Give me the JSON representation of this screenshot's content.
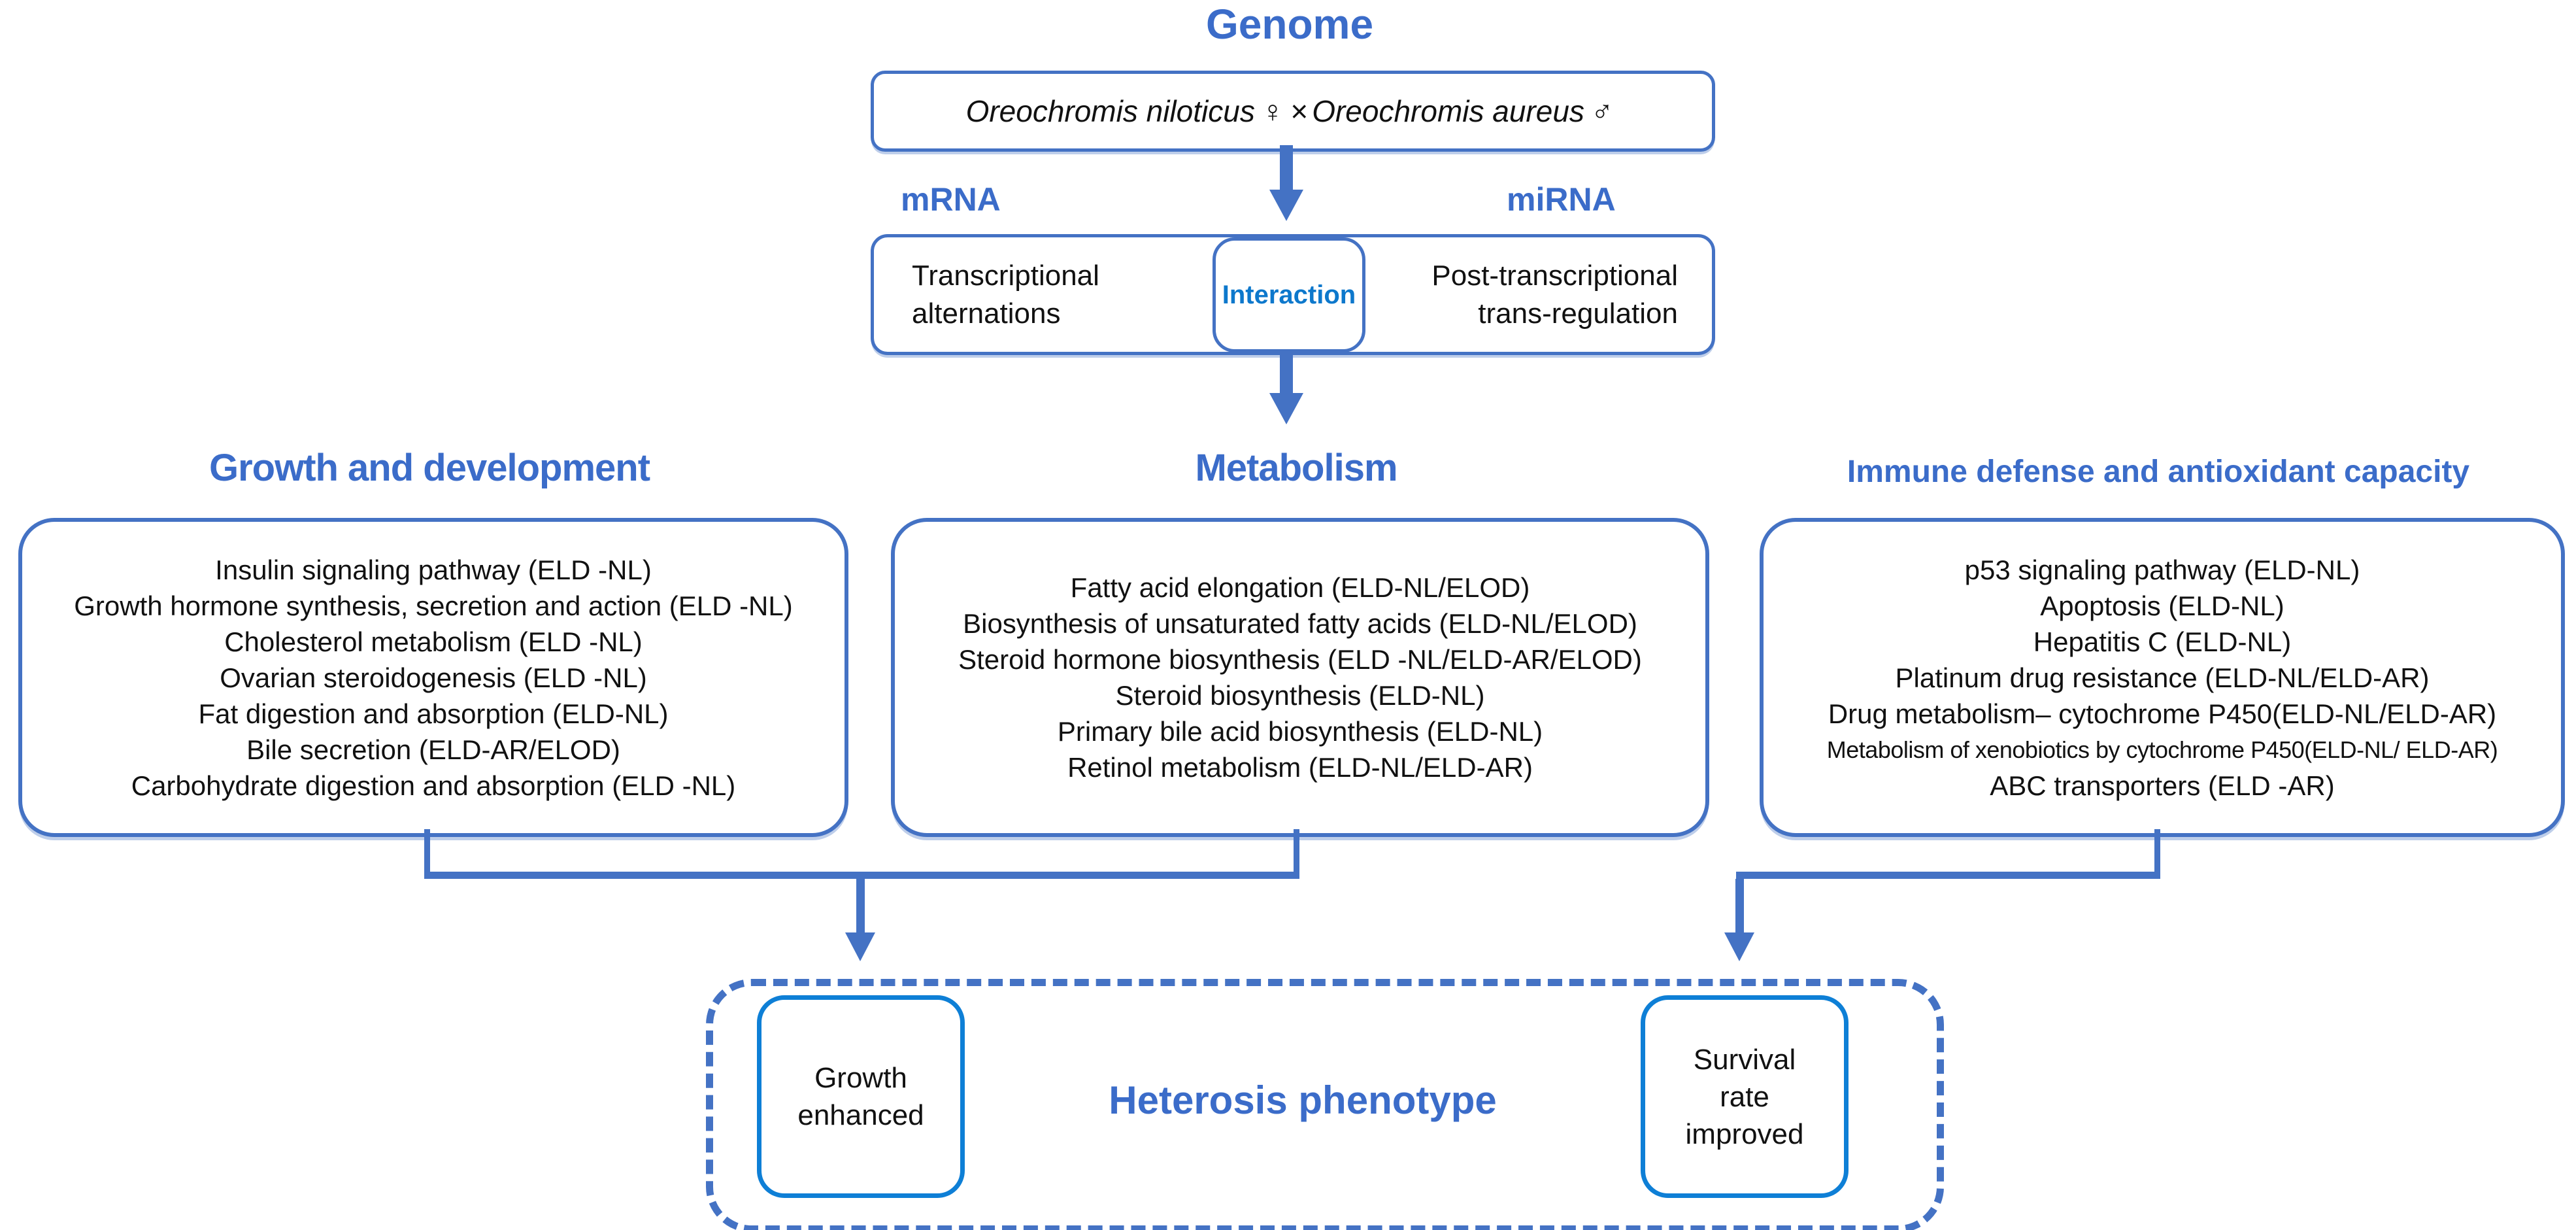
{
  "title": "Genome",
  "cross": {
    "female_species": "Oreochromis niloticus",
    "female_symbol": "♀",
    "times": "×",
    "male_species": "Oreochromis aureus",
    "male_symbol": "♂"
  },
  "mrna": {
    "label": "mRNA",
    "box_line1": "Transcriptional",
    "box_line2": "alternations"
  },
  "mirna": {
    "label": "miRNA",
    "box_line1": "Post-transcriptional",
    "box_line2": "trans-regulation"
  },
  "interaction_label": "Interaction",
  "sections": [
    {
      "title": "Growth and development",
      "items": [
        "Insulin signaling pathway (ELD -NL)",
        "Growth hormone synthesis, secretion and action (ELD -NL)",
        "Cholesterol metabolism (ELD -NL)",
        "Ovarian steroidogenesis (ELD -NL)",
        "Fat digestion and absorption (ELD-NL)",
        "Bile secretion (ELD-AR/ELOD)",
        "Carbohydrate digestion and absorption (ELD -NL)"
      ]
    },
    {
      "title": "Metabolism",
      "items": [
        "Fatty acid elongation (ELD-NL/ELOD)",
        "Biosynthesis of unsaturated fatty acids (ELD-NL/ELOD)",
        "Steroid hormone biosynthesis (ELD -NL/ELD-AR/ELOD)",
        "Steroid biosynthesis (ELD-NL)",
        "Primary bile acid biosynthesis (ELD-NL)",
        "Retinol metabolism (ELD-NL/ELD-AR)"
      ]
    },
    {
      "title": "Immune defense and antioxidant capacity",
      "items": [
        "p53 signaling pathway (ELD-NL)",
        "Apoptosis (ELD-NL)",
        "Hepatitis C (ELD-NL)",
        "Platinum drug resistance (ELD-NL/ELD-AR)",
        "Drug metabolism– cytochrome P450(ELD-NL/ELD-AR)",
        "Metabolism of xenobiotics by cytochrome P450(ELD-NL/ ELD-AR)",
        "ABC transporters (ELD -AR)"
      ]
    }
  ],
  "heterosis": {
    "title": "Heterosis phenotype",
    "outcome_left_lines": [
      "Growth",
      "enhanced"
    ],
    "outcome_right_lines": [
      "Survival",
      "rate",
      "improved"
    ]
  },
  "colors": {
    "line_blue": "#4472C4",
    "title_blue": "#3B6CC9",
    "accent_blue": "#0D78CC",
    "outcome_border_blue": "#0E7FD6",
    "text": "#111111",
    "background": "#FFFFFF"
  }
}
